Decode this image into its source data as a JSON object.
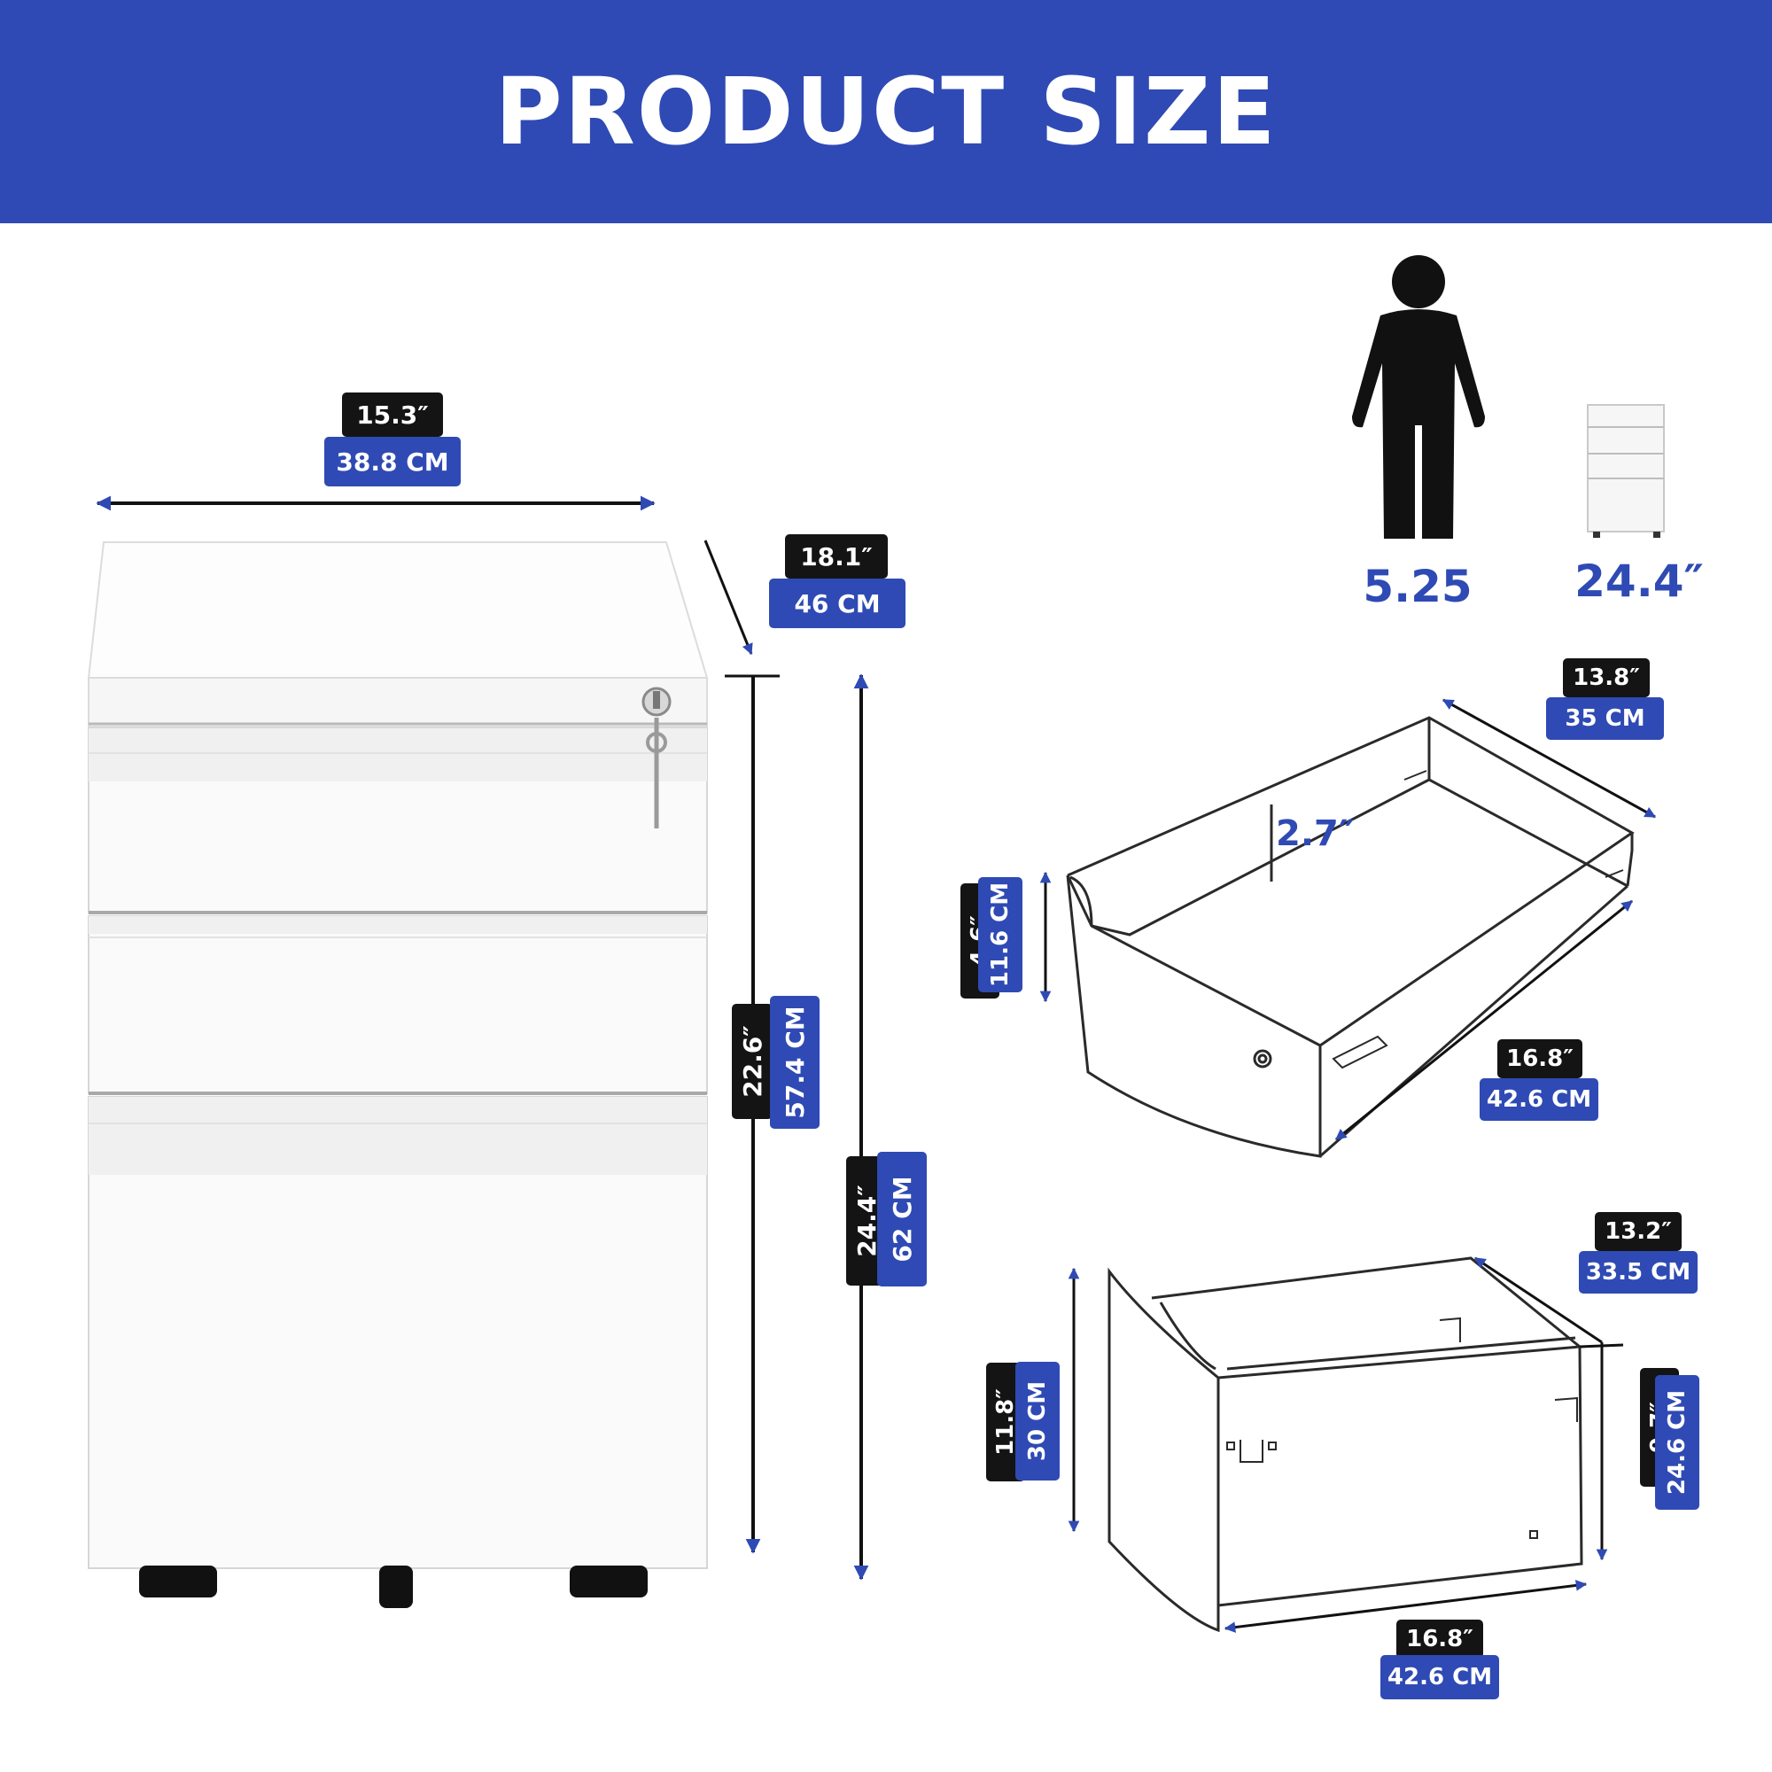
{
  "title": "PRODUCT SIZE",
  "colors": {
    "brand": "#2f4ab4",
    "dark": "#141414",
    "background": "#ffffff"
  },
  "cabinet": {
    "width": {
      "in": "15.3″",
      "cm": "38.8 CM"
    },
    "depth": {
      "in": "18.1″",
      "cm": "46 CM"
    },
    "body_height": {
      "in": "22.6″",
      "cm": "57.4 CM"
    },
    "total_height": {
      "in": "24.4″",
      "cm": "62 CM"
    }
  },
  "comparison": {
    "person_label": "5.25",
    "cabinet_label": "24.4″",
    "icons": [
      "person-icon",
      "mini-cabinet-icon"
    ]
  },
  "small_drawer": {
    "width": {
      "in": "13.8″",
      "cm": "35 CM"
    },
    "inner_height": "2.7″",
    "front_height": {
      "in": "4.6″",
      "cm": "11.6 CM"
    },
    "depth": {
      "in": "16.8″",
      "cm": "42.6 CM"
    }
  },
  "file_drawer": {
    "width": {
      "in": "13.2″",
      "cm": "33.5 CM"
    },
    "front_height": {
      "in": "11.8″",
      "cm": "30 CM"
    },
    "inner_height": {
      "in": "9.7″",
      "cm": "24.6 CM"
    },
    "depth": {
      "in": "16.8″",
      "cm": "42.6 CM"
    }
  }
}
